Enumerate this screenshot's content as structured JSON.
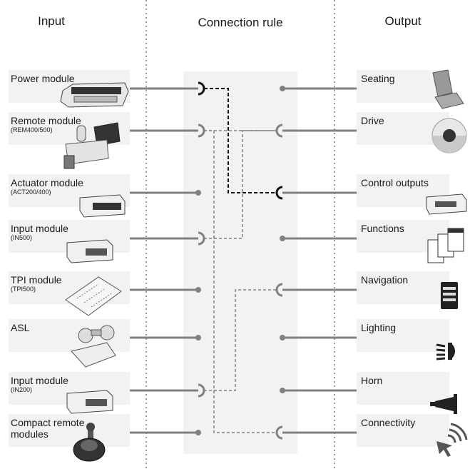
{
  "headers": {
    "input": "Input",
    "rule": "Connection rule",
    "output": "Output"
  },
  "inputs": [
    {
      "name": "Power module",
      "sub": "",
      "icon": "power-module-device-icon"
    },
    {
      "name": "Remote module",
      "sub": "(REM400/500)",
      "icon": "remote-module-joystick-icon"
    },
    {
      "name": "Actuator module",
      "sub": "(ACT200/400)",
      "icon": "actuator-module-box-icon"
    },
    {
      "name": "Input module",
      "sub": "(IN500)",
      "icon": "input-module-box-icon"
    },
    {
      "name": "TPI module",
      "sub": "(TPI500)",
      "icon": "tpi-circuit-board-icon"
    },
    {
      "name": "ASL",
      "sub": "",
      "icon": "asl-head-array-icon"
    },
    {
      "name": "Input module",
      "sub": "(IN200)",
      "icon": "input-module-box-icon"
    },
    {
      "name": "Compact remote modules",
      "sub": "",
      "icon": "compact-joystick-icon"
    }
  ],
  "outputs": [
    {
      "name": "Seating",
      "icon": "seat-icon"
    },
    {
      "name": "Drive",
      "icon": "drive-dial-icon"
    },
    {
      "name": "Control outputs",
      "icon": "control-output-box-icon"
    },
    {
      "name": "Functions",
      "icon": "function-screens-icon"
    },
    {
      "name": "Navigation",
      "icon": "navigation-screen-icon"
    },
    {
      "name": "Lighting",
      "icon": "headlight-icon"
    },
    {
      "name": "Horn",
      "icon": "horn-icon"
    },
    {
      "name": "Connectivity",
      "icon": "wireless-cursor-icon"
    }
  ],
  "connections": [
    {
      "from": 0,
      "to": 2,
      "style": "active"
    },
    {
      "from": 1,
      "to": 1,
      "style": "inactive"
    },
    {
      "from": 3,
      "to": 1,
      "style": "inactive"
    },
    {
      "from": 6,
      "to": 4,
      "style": "inactive"
    },
    {
      "from": 1,
      "to": 7,
      "style": "inactive"
    }
  ],
  "colors": {
    "line": "#808080",
    "active": "#111111",
    "panel": "#f2f2f2",
    "divider": "#999999"
  }
}
